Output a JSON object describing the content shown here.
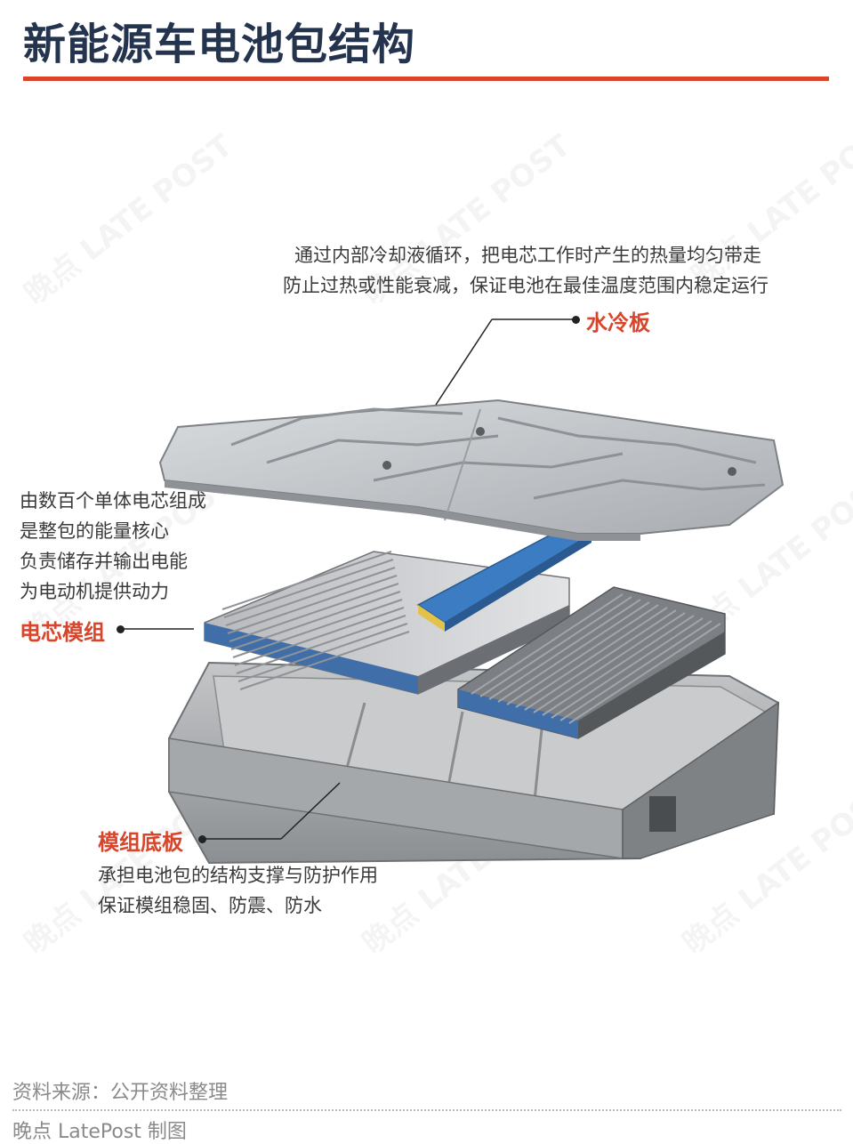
{
  "title": "新能源车电池包结构",
  "watermark": "晚点 LATE POST",
  "colors": {
    "accent": "#d9452b",
    "title": "#24344f",
    "text": "#3a3a3a"
  },
  "cooling_plate": {
    "label": "水冷板",
    "desc": [
      "通过内部冷却液循环，把电芯工作时产生的热量均匀带走",
      "防止过热或性能衰减，保证电池在最佳温度范围内稳定运行"
    ]
  },
  "cell_module": {
    "label": "电芯模组",
    "desc": [
      "由数百个单体电芯组成",
      "是整包的能量核心",
      "负责储存并输出电能",
      "为电动机提供动力"
    ]
  },
  "base_plate": {
    "label": "模组底板",
    "desc": [
      "承担电池包的结构支撑与防护作用",
      "保证模组稳固、防震、防水"
    ]
  },
  "footer": {
    "source": "资料来源：公开资料整理",
    "credit": "晚点 LatePost 制图"
  }
}
